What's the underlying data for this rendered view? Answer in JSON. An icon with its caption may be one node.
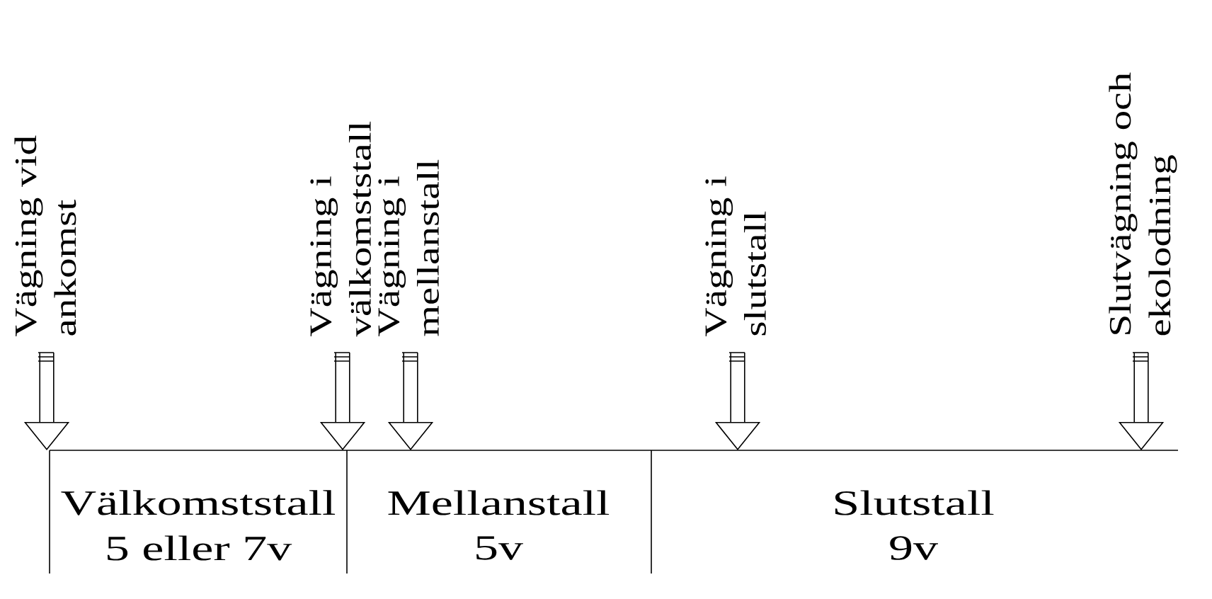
{
  "diagram": {
    "nodes": [
      {
        "text": [
          "Vägning vid ankomst"
        ]
      },
      {
        "text": [
          "Vägning i välkomststall"
        ]
      },
      {
        "text": [
          "Vägning i mellanstall"
        ]
      },
      {
        "text": [
          "Vägning i slutstall"
        ]
      },
      {
        "text": [
          "Slutvägning och ekolodning"
        ]
      }
    ],
    "edges": [
      {
        "from": 0,
        "to": null,
        "arrow": "to"
      },
      {
        "from": 1,
        "to": null,
        "arrow": "to"
      },
      {
        "from": 2,
        "to": null,
        "arrow": "to"
      },
      {
        "from": 3,
        "to": null,
        "arrow": "to"
      },
      {
        "from": 4,
        "to": null,
        "arrow": "to"
      }
    ],
    "labels": [
      "Välkomststall",
      "5 eller 7v",
      "Mellanstall",
      "5v",
      "Slutstall",
      "9v"
    ]
  }
}
